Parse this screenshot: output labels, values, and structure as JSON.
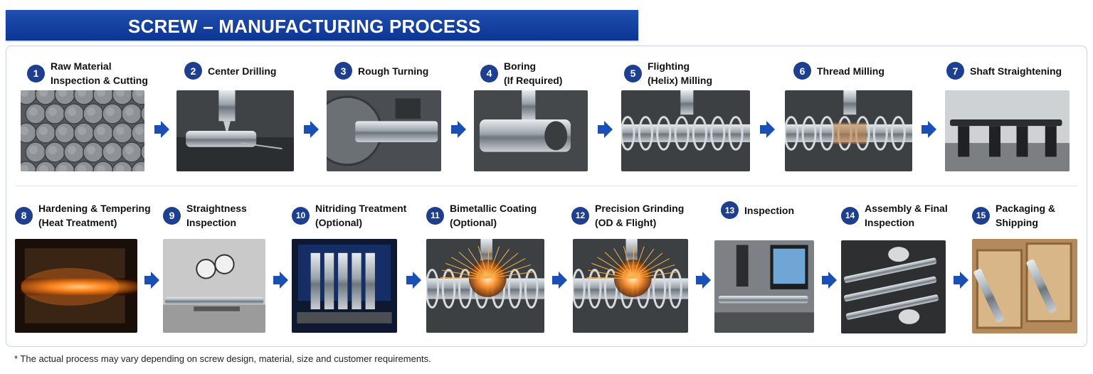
{
  "title": "SCREW – MANUFACTURING PROCESS",
  "steps": [
    {
      "number": "1",
      "title_lines": [
        "Raw Material",
        "Inspection & Cutting"
      ]
    },
    {
      "number": "2",
      "title_lines": [
        "Center Drilling"
      ]
    },
    {
      "number": "3",
      "title_lines": [
        "Rough Turning"
      ]
    },
    {
      "number": "4",
      "title_lines": [
        "Boring",
        "(If Required)"
      ]
    },
    {
      "number": "5",
      "title_lines": [
        "Flighting",
        "(Helix) Milling"
      ]
    },
    {
      "number": "6",
      "title_lines": [
        "Thread Milling"
      ]
    },
    {
      "number": "7",
      "title_lines": [
        "Shaft Straightening"
      ]
    },
    {
      "number": "8",
      "title_lines": [
        "Hardening & Tempering",
        "(Heat Treatment)"
      ]
    },
    {
      "number": "9",
      "title_lines": [
        "Straightness",
        "Inspection"
      ]
    },
    {
      "number": "10",
      "title_lines": [
        "Nitriding Treatment",
        "(Optional)"
      ]
    },
    {
      "number": "11",
      "title_lines": [
        "Bimetallic Coating",
        "(Optional)"
      ]
    },
    {
      "number": "12",
      "title_lines": [
        "Precision Grinding",
        "(OD & Flight)"
      ]
    },
    {
      "number": "13",
      "title_lines": [
        "Inspection"
      ]
    },
    {
      "number": "14",
      "title_lines": [
        "Assembly & Final",
        "Inspection"
      ]
    },
    {
      "number": "15",
      "title_lines": [
        "Packaging &",
        "Shipping"
      ]
    }
  ],
  "footnote": "* The actual process may vary depending on screw design, material, size and customer requirements.",
  "colors": {
    "banner": "#0d3593",
    "number_badge": "#1e3f8f",
    "arrow": "#1a4fb5",
    "panel_border": "#c9d3e3"
  }
}
